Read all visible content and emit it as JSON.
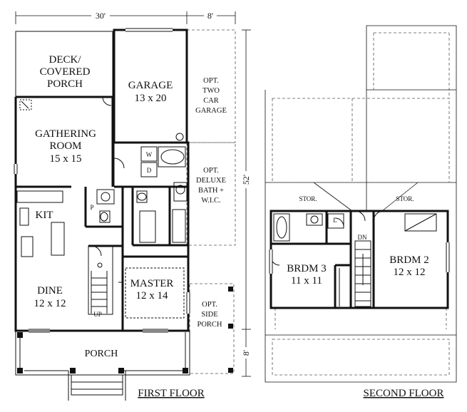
{
  "dimensions": {
    "width_main": "30'",
    "width_garage": "8'",
    "depth_total": "52'",
    "depth_porch": "8'"
  },
  "first_floor": {
    "title": "FIRST FLOOR",
    "deck": {
      "name_line1": "DECK/",
      "name_line2": "COVERED",
      "name_line3": "PORCH"
    },
    "garage": {
      "name": "GARAGE",
      "size": "13 x 20"
    },
    "opt_garage": {
      "line1": "OPT.",
      "line2": "TWO",
      "line3": "CAR",
      "line4": "GARAGE"
    },
    "gathering": {
      "name_line1": "GATHERING",
      "name_line2": "ROOM",
      "size": "15 x 15"
    },
    "washer": "W",
    "dryer": "D",
    "opt_bath": {
      "line1": "OPT.",
      "line2": "DELUXE",
      "line3": "BATH +",
      "line4": "W.I.C."
    },
    "kitchen": {
      "name": "KIT"
    },
    "pantry": "P",
    "dine": {
      "name": "DINE",
      "size": "12 x 12"
    },
    "master": {
      "name": "MASTER",
      "size": "12 x 14"
    },
    "stair_label": "UP",
    "opt_porch": {
      "line1": "OPT.",
      "line2": "SIDE",
      "line3": "PORCH"
    },
    "porch": {
      "name": "PORCH"
    }
  },
  "second_floor": {
    "title": "SECOND FLOOR",
    "storage_left": "STOR.",
    "storage_right": "STOR.",
    "linen": "L",
    "stair_label": "DN",
    "brdm3": {
      "name": "BRDM 3",
      "size": "11 x 11"
    },
    "brdm2": {
      "name": "BRDM 2",
      "size": "12 x 12"
    }
  }
}
